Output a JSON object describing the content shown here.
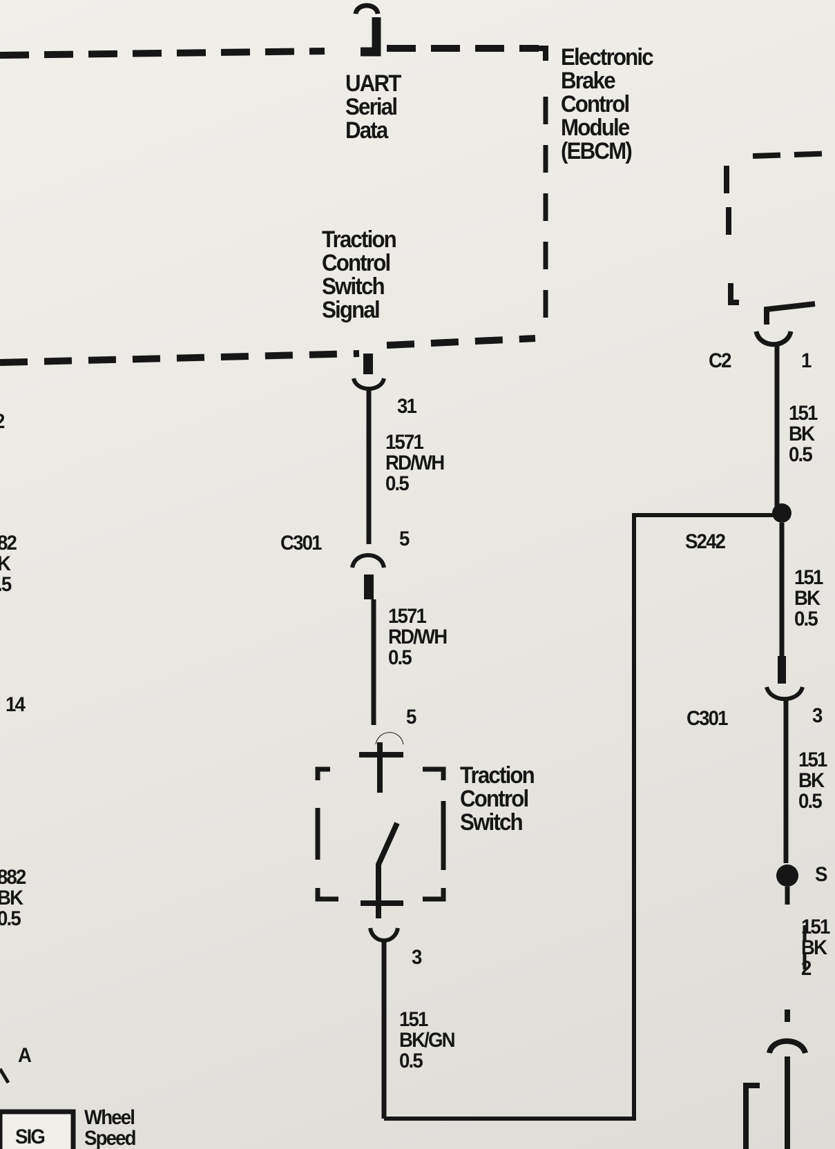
{
  "ebcm": {
    "module_label": [
      "Electronic",
      "Brake",
      "Control",
      "Module",
      "(EBCM)"
    ],
    "uart_label": [
      "UART",
      "Serial",
      "Data"
    ],
    "signal_label": [
      "Traction",
      "Control",
      "Switch",
      "Signal"
    ]
  },
  "center_circuit": {
    "ebcm_pin": "31",
    "wire_top": [
      "1571",
      "RD/WH",
      "0.5"
    ],
    "connector_c301": "C301",
    "c301_pin": "5",
    "wire_mid": [
      "1571",
      "RD/WH",
      "0.5"
    ],
    "switch_pin_top": "5",
    "switch_label": [
      "Traction",
      "Control",
      "Switch"
    ],
    "switch_pin_bottom": "3",
    "wire_bottom": [
      "151",
      "BK/GN",
      "0.5"
    ]
  },
  "right_circuit": {
    "connector_c2": "C2",
    "c2_pin": "1",
    "wire_top": [
      "151",
      "BK",
      "0.5"
    ],
    "splice": "S242",
    "wire_mid": [
      "151",
      "BK",
      "0.5"
    ],
    "connector_c301": "C301",
    "c301_pin": "3",
    "wire_lower": [
      "151",
      "BK",
      "0.5"
    ],
    "splice2_partial": "S",
    "wire_bottom": [
      "151",
      "BK",
      "2"
    ]
  },
  "left_edge": {
    "mark_top": "2",
    "wire_a": [
      "82",
      "K",
      ".5"
    ],
    "pin_14": "14",
    "wire_b": [
      "882",
      "BK",
      "0.5"
    ],
    "pin_a": "A",
    "sig_box": "SIG",
    "wheel_label": [
      "Wheel",
      "Speed"
    ]
  },
  "colors": {
    "ink": "#161616",
    "paper": "#ecebe6"
  }
}
